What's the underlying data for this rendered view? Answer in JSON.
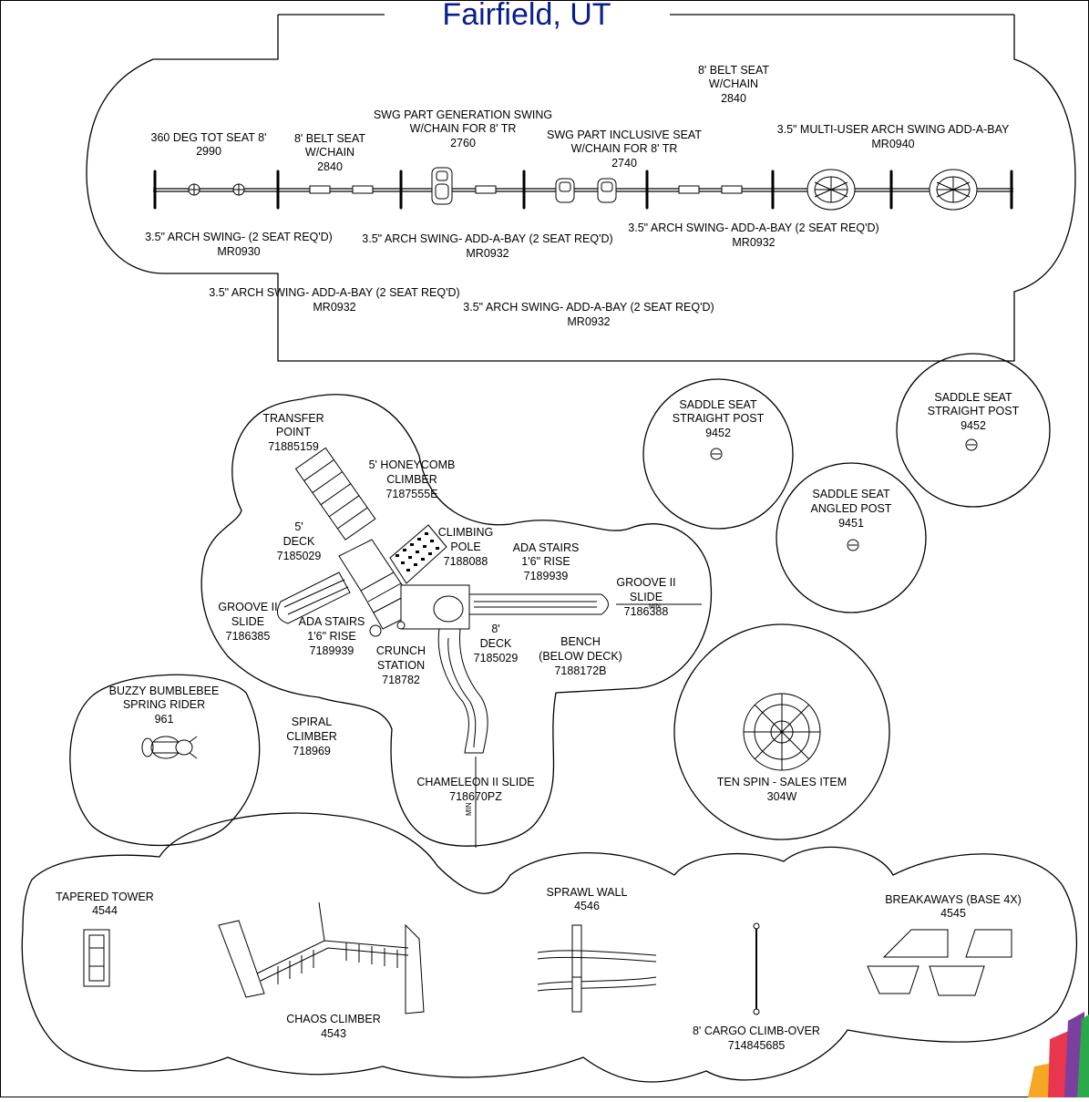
{
  "title": "Fairfield, UT",
  "swing_area": {
    "tot_seat": {
      "l1": "360 DEG TOT SEAT 8'",
      "l2": "2990"
    },
    "belt_seat_1": {
      "l1": "8' BELT SEAT",
      "l2": "W/CHAIN",
      "l3": "2840"
    },
    "generation_swing": {
      "l1": "SWG PART GENERATION SWING",
      "l2": "W/CHAIN FOR 8' TR",
      "l3": "2760"
    },
    "inclusive_seat": {
      "l1": "SWG PART INCLUSIVE SEAT",
      "l2": "W/CHAIN FOR 8' TR",
      "l3": "2740"
    },
    "belt_seat_2": {
      "l1": "8' BELT SEAT",
      "l2": "W/CHAIN",
      "l3": "2840"
    },
    "multi_user": {
      "l1": "3.5\" MULTI-USER ARCH SWING ADD-A-BAY",
      "l2": "MR0940"
    },
    "arch_swing_1": {
      "l1": "3.5\" ARCH SWING- (2 SEAT REQ'D)",
      "l2": "MR0930"
    },
    "arch_swing_2": {
      "l1": "3.5\" ARCH SWING- ADD-A-BAY (2 SEAT REQ'D)",
      "l2": "MR0932"
    },
    "arch_swing_3": {
      "l1": "3.5\" ARCH SWING- ADD-A-BAY (2 SEAT REQ'D)",
      "l2": "MR0932"
    },
    "arch_swing_4": {
      "l1": "3.5\" ARCH SWING- ADD-A-BAY (2 SEAT REQ'D)",
      "l2": "MR0932"
    },
    "arch_swing_5": {
      "l1": "3.5\" ARCH SWING- ADD-A-BAY (2 SEAT REQ'D)",
      "l2": "MR0932"
    }
  },
  "structure": {
    "transfer_point": {
      "l1": "TRANSFER",
      "l2": "POINT",
      "l3": "71885159"
    },
    "honeycomb": {
      "l1": "5' HONEYCOMB",
      "l2": "CLIMBER",
      "l3": "7187555E"
    },
    "deck_5": {
      "l1": "5'",
      "l2": "DECK",
      "l3": "7185029"
    },
    "climbing_pole": {
      "l1": "CLIMBING",
      "l2": "POLE",
      "l3": "7188088"
    },
    "ada_stairs_1": {
      "l1": "ADA STAIRS",
      "l2": "1'6\" RISE",
      "l3": "7189939"
    },
    "groove_slide_right": {
      "l1": "GROOVE II",
      "l2": "SLIDE",
      "l3": "7186388"
    },
    "groove_slide_left": {
      "l1": "GROOVE II",
      "l2": "SLIDE",
      "l3": "7186385"
    },
    "ada_stairs_2": {
      "l1": "ADA STAIRS",
      "l2": "1'6\" RISE",
      "l3": "7189939"
    },
    "crunch_station": {
      "l1": "CRUNCH",
      "l2": "STATION",
      "l3": "718782"
    },
    "deck_8": {
      "l1": "8'",
      "l2": "DECK",
      "l3": "7185029"
    },
    "bench": {
      "l1": "BENCH",
      "l2": "(BELOW DECK)",
      "l3": "7188172B"
    },
    "spiral_climber": {
      "l1": "SPIRAL",
      "l2": "CLIMBER",
      "l3": "718969"
    },
    "chameleon_slide": {
      "l1": "CHAMELEON II SLIDE",
      "l2": "718670PZ"
    },
    "min_dim": "MIN"
  },
  "freestanding": {
    "saddle_straight_1": {
      "l1": "SADDLE SEAT",
      "l2": "STRAIGHT POST",
      "l3": "9452"
    },
    "saddle_straight_2": {
      "l1": "SADDLE SEAT",
      "l2": "STRAIGHT POST",
      "l3": "9452"
    },
    "saddle_angled": {
      "l1": "SADDLE SEAT",
      "l2": "ANGLED POST",
      "l3": "9451"
    },
    "bumblebee": {
      "l1": "BUZZY BUMBLEBEE",
      "l2": "SPRING RIDER",
      "l3": "961"
    },
    "ten_spin": {
      "l1": "TEN SPIN - SALES ITEM",
      "l2": "304W"
    }
  },
  "bottom_row": {
    "tapered_tower": {
      "l1": "TAPERED TOWER",
      "l2": "4544"
    },
    "chaos_climber": {
      "l1": "CHAOS CLIMBER",
      "l2": "4543"
    },
    "sprawl_wall": {
      "l1": "SPRAWL WALL",
      "l2": "4546"
    },
    "cargo": {
      "l1": "8' CARGO CLIMB-OVER",
      "l2": "714845685"
    },
    "breakaways": {
      "l1": "BREAKAWAYS (BASE 4X)",
      "l2": "4545"
    }
  },
  "colors": {
    "title": "#0a1e8c",
    "logo": [
      "#f5a623",
      "#e8364e",
      "#7b3fa0",
      "#2aa84a",
      "#1e88e5"
    ]
  }
}
